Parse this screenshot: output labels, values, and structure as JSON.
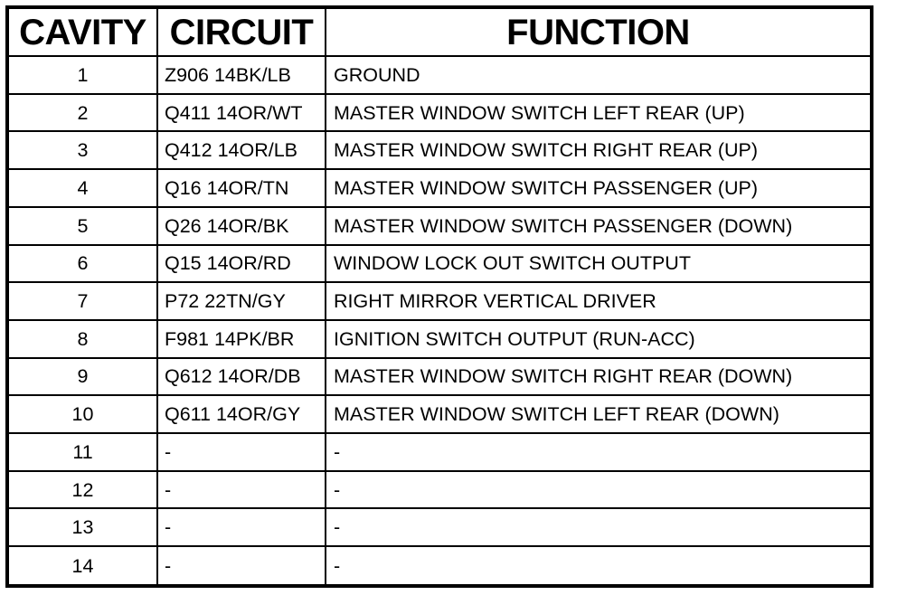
{
  "table": {
    "name": "connector-pinout-table",
    "columns": [
      {
        "key": "cavity",
        "label": "CAVITY"
      },
      {
        "key": "circuit",
        "label": "CIRCUIT"
      },
      {
        "key": "function",
        "label": "FUNCTION"
      }
    ],
    "rows": [
      {
        "cavity": "1",
        "circuit": "Z906 14BK/LB",
        "function": "GROUND"
      },
      {
        "cavity": "2",
        "circuit": "Q411 14OR/WT",
        "function": "MASTER WINDOW SWITCH LEFT REAR (UP)"
      },
      {
        "cavity": "3",
        "circuit": "Q412 14OR/LB",
        "function": "MASTER WINDOW SWITCH RIGHT REAR (UP)"
      },
      {
        "cavity": "4",
        "circuit": "Q16 14OR/TN",
        "function": "MASTER WINDOW SWITCH PASSENGER (UP)"
      },
      {
        "cavity": "5",
        "circuit": "Q26 14OR/BK",
        "function": "MASTER WINDOW SWITCH PASSENGER (DOWN)"
      },
      {
        "cavity": "6",
        "circuit": "Q15 14OR/RD",
        "function": "WINDOW LOCK OUT SWITCH OUTPUT"
      },
      {
        "cavity": "7",
        "circuit": "P72 22TN/GY",
        "function": "RIGHT MIRROR VERTICAL DRIVER"
      },
      {
        "cavity": "8",
        "circuit": "F981 14PK/BR",
        "function": "IGNITION SWITCH OUTPUT (RUN-ACC)"
      },
      {
        "cavity": "9",
        "circuit": "Q612 14OR/DB",
        "function": "MASTER WINDOW SWITCH RIGHT REAR (DOWN)"
      },
      {
        "cavity": "10",
        "circuit": "Q611 14OR/GY",
        "function": "MASTER WINDOW SWITCH LEFT REAR (DOWN)"
      },
      {
        "cavity": "11",
        "circuit": "-",
        "function": "-"
      },
      {
        "cavity": "12",
        "circuit": "-",
        "function": "-"
      },
      {
        "cavity": "13",
        "circuit": "-",
        "function": "-"
      },
      {
        "cavity": "14",
        "circuit": "-",
        "function": "-"
      }
    ]
  },
  "colors": {
    "border": "#000000",
    "background": "#ffffff",
    "text": "#000000"
  }
}
